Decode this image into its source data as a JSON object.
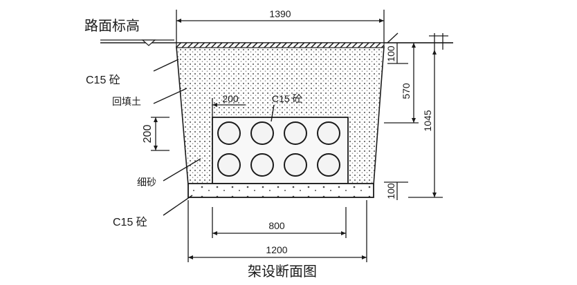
{
  "labels": {
    "road_level": "路面标高",
    "c15_top": "C15 砼",
    "backfill": "回填土",
    "c15_inner": "C15 砼",
    "fine_sand": "细砂",
    "c15_bottom": "C15 砼",
    "caption": "架设断面图"
  },
  "dimensions": {
    "top_width": "1390",
    "inner_offset": "200",
    "side_height": "200",
    "base_inner_width": "800",
    "base_width": "1200",
    "cap_thickness": "100",
    "upper_depth": "570",
    "total_depth": "1045",
    "bottom_thickness": "100"
  },
  "conduits": {
    "rows": 2,
    "cols": 4
  },
  "colors": {
    "line": "#1a1a1a",
    "fill_dots": "#6a6a6a",
    "pipe_fill": "#f4f4f4"
  }
}
